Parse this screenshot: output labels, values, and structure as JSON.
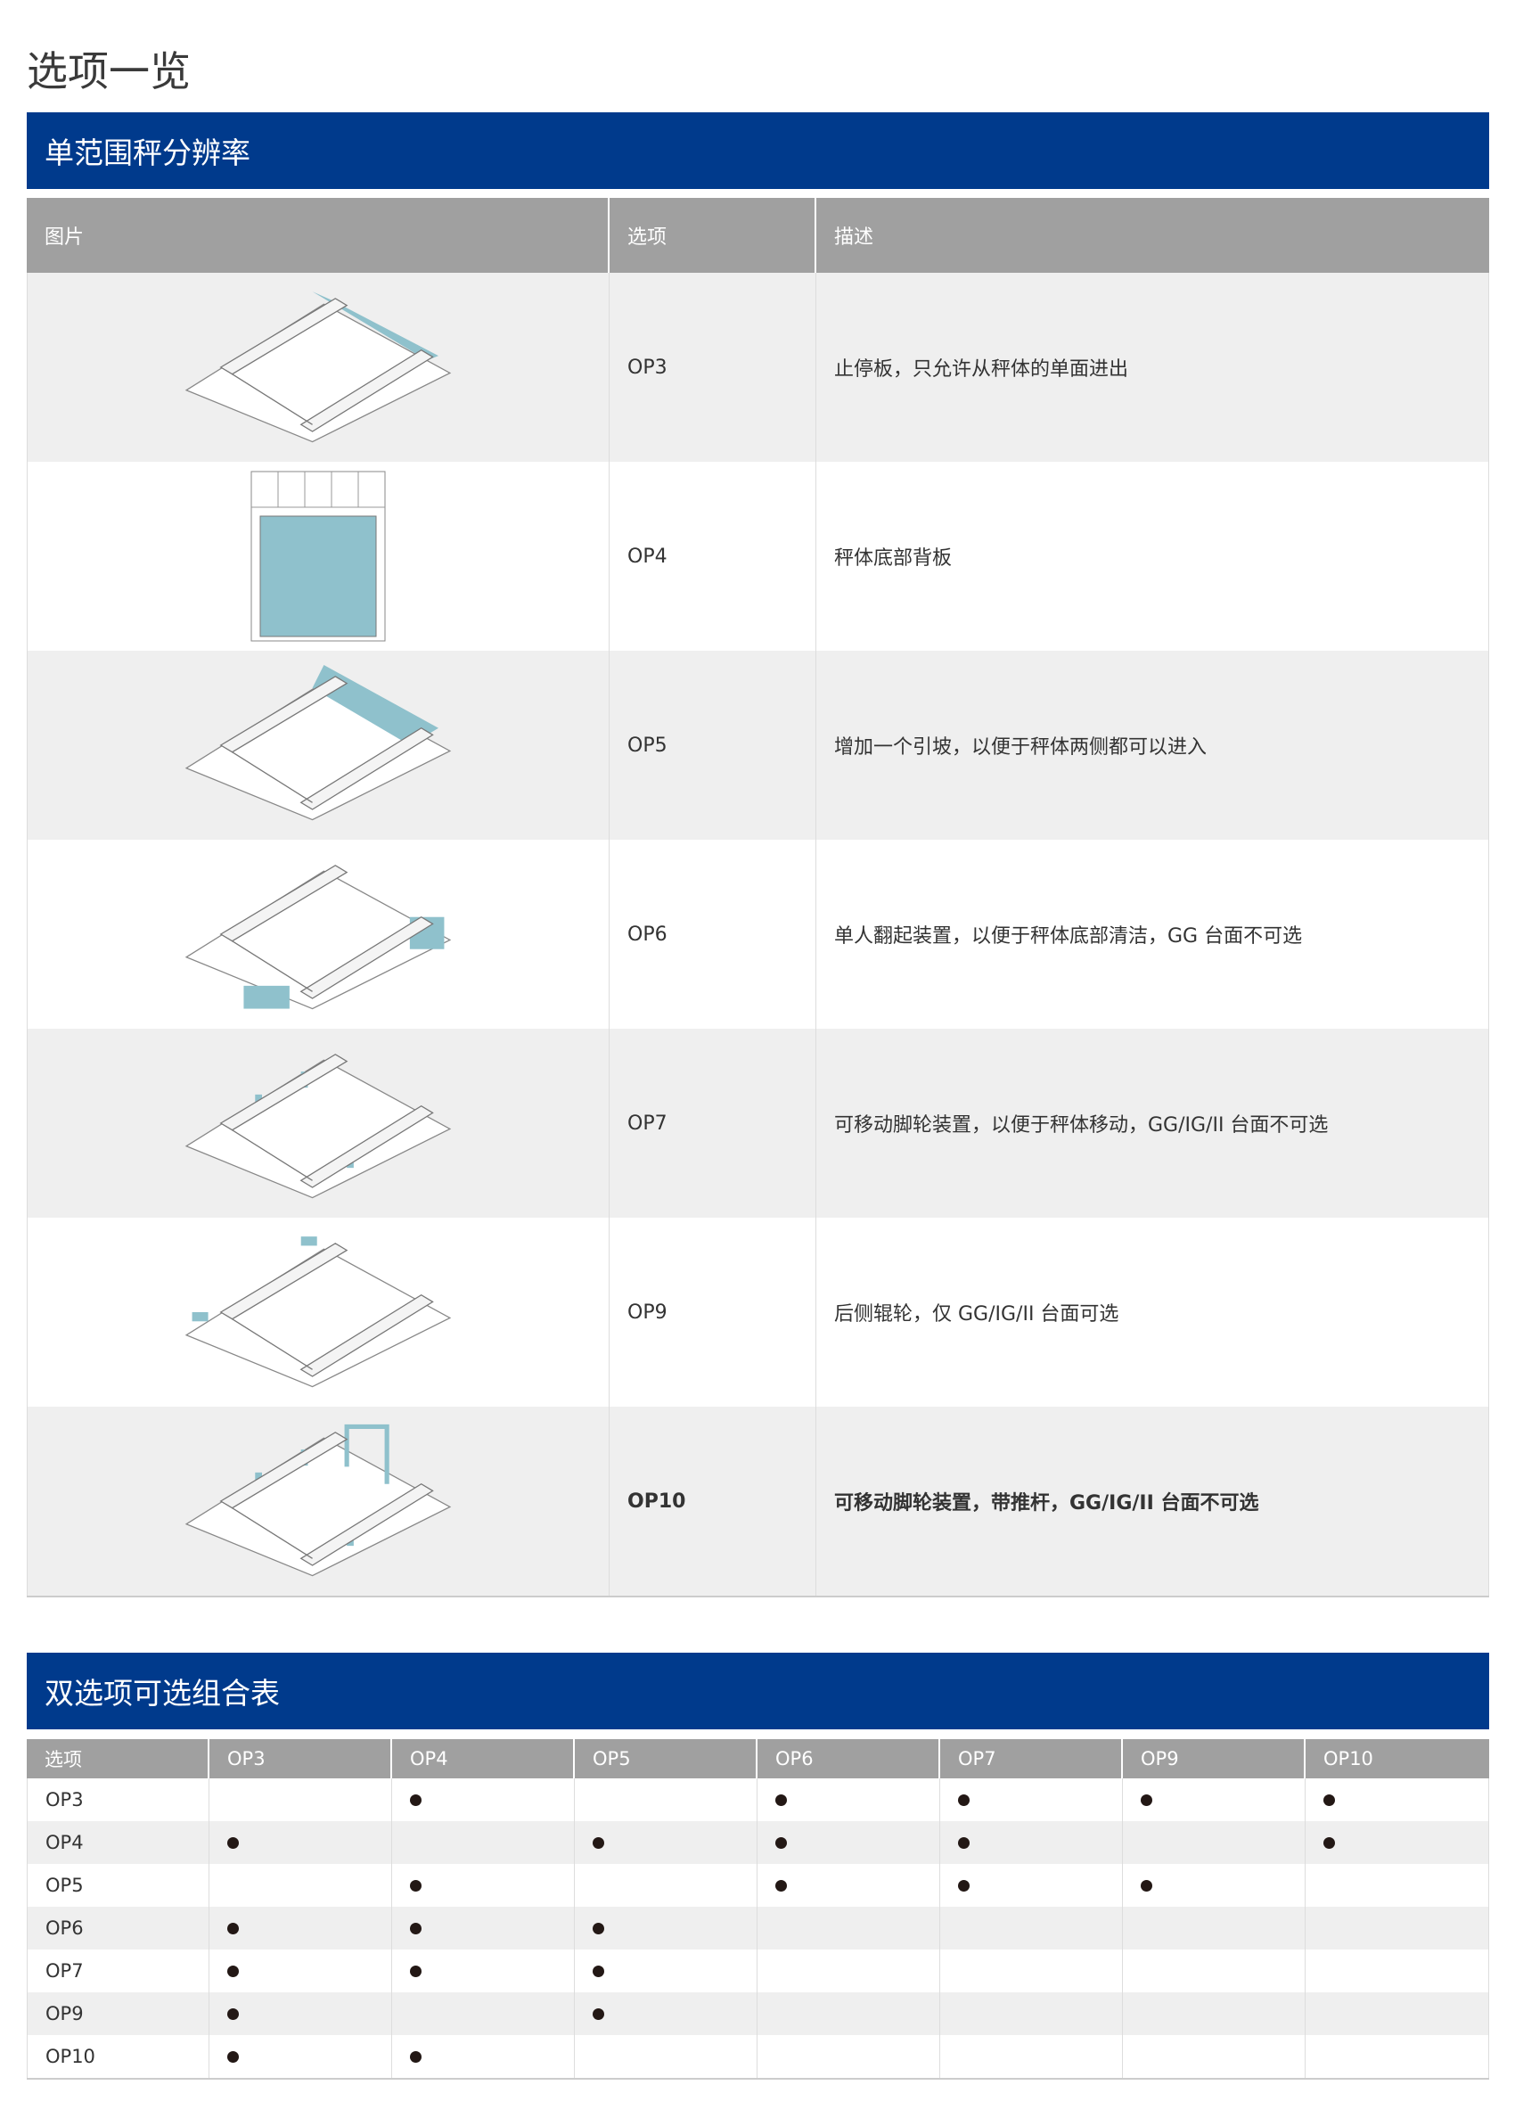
{
  "page_title": "选项一览",
  "section1": {
    "title": "单范围秤分辨率",
    "headers": [
      "图片",
      "选项",
      "描述"
    ],
    "rows": [
      {
        "option": "OP3",
        "desc": "止停板，只允许从秤体的单面进出",
        "image": "platform-stop-plate"
      },
      {
        "option": "OP4",
        "desc": "秤体底部背板",
        "image": "platform-bottom-plate"
      },
      {
        "option": "OP5",
        "desc": "增加一个引坡，以便于秤体两侧都可以进入",
        "image": "platform-extra-ramp"
      },
      {
        "option": "OP6",
        "desc": "单人翻起装置，以便于秤体底部清洁，GG 台面不可选",
        "image": "platform-lift-device"
      },
      {
        "option": "OP7",
        "desc": "可移动脚轮装置，以便于秤体移动，GG/IG/II 台面不可选",
        "image": "platform-casters"
      },
      {
        "option": "OP9",
        "desc": "后侧辊轮，仅 GG/IG/II 台面可选",
        "image": "platform-rear-rollers"
      },
      {
        "option": "OP10",
        "desc": "可移动脚轮装置，带推杆，GG/IG/II 台面不可选",
        "image": "platform-casters-handle"
      }
    ]
  },
  "section2": {
    "title": "双选项可选组合表",
    "headers": [
      "选项",
      "OP3",
      "OP4",
      "OP5",
      "OP6",
      "OP7",
      "OP9",
      "OP10"
    ],
    "rows": [
      {
        "option": "OP3",
        "marks": [
          0,
          1,
          0,
          1,
          1,
          1,
          1
        ]
      },
      {
        "option": "OP4",
        "marks": [
          1,
          0,
          1,
          1,
          1,
          0,
          1
        ]
      },
      {
        "option": "OP5",
        "marks": [
          0,
          1,
          0,
          1,
          1,
          1,
          0
        ]
      },
      {
        "option": "OP6",
        "marks": [
          1,
          1,
          1,
          0,
          0,
          0,
          0
        ]
      },
      {
        "option": "OP7",
        "marks": [
          1,
          1,
          1,
          0,
          0,
          0,
          0
        ]
      },
      {
        "option": "OP9",
        "marks": [
          1,
          0,
          1,
          0,
          0,
          0,
          0
        ]
      },
      {
        "option": "OP10",
        "marks": [
          1,
          1,
          0,
          0,
          0,
          0,
          0
        ]
      }
    ]
  },
  "colors": {
    "band": "#003a8c",
    "header": "#a0a0a0",
    "accent": "#8fc1cc"
  }
}
